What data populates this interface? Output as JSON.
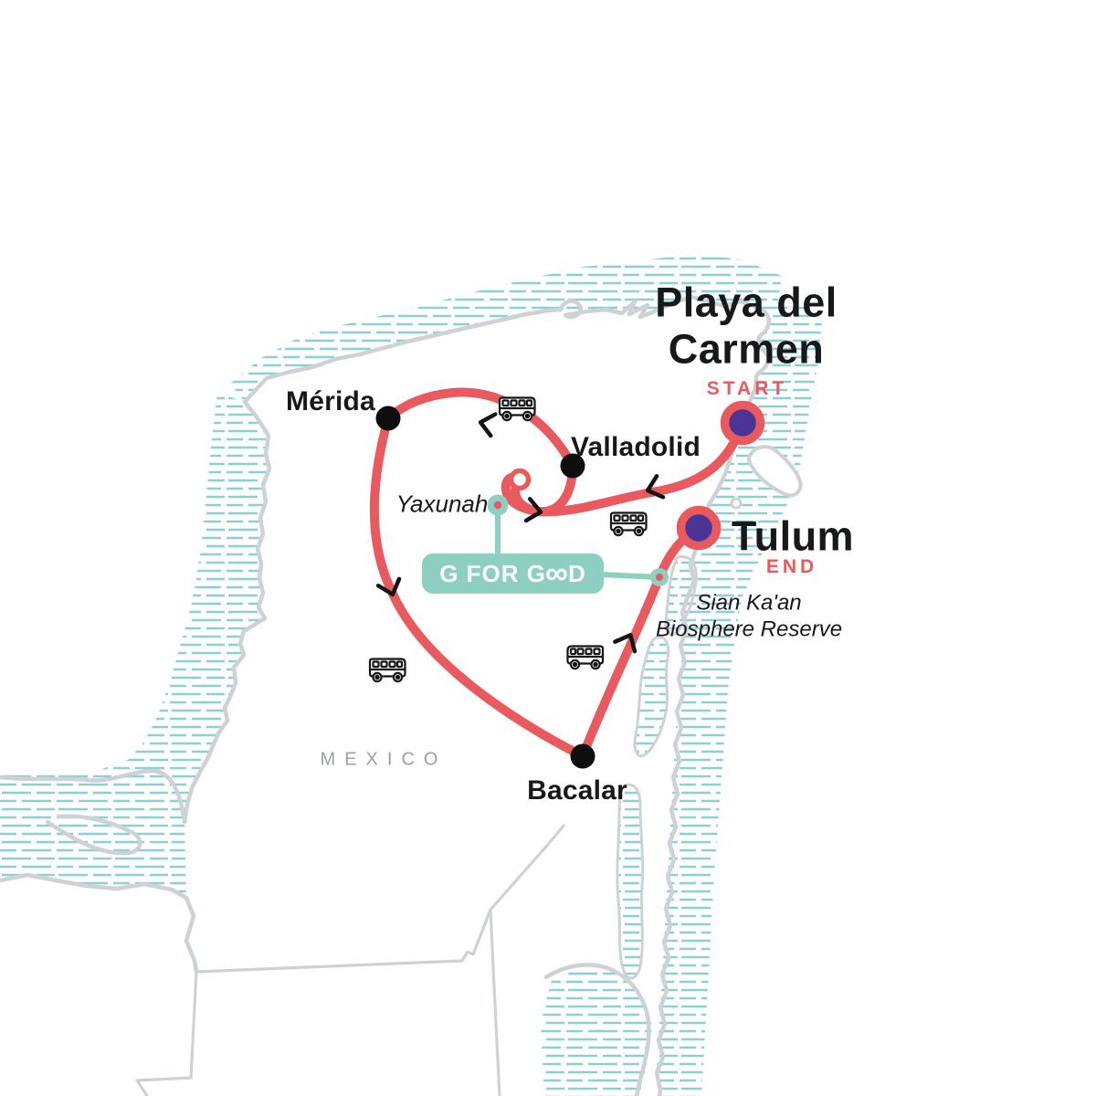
{
  "theme": {
    "colors": {
      "route": "#E85A5E",
      "purple": "#4A3596",
      "teal": "#8DCFC1",
      "coast": "#CFD2D4",
      "hatch": "#8CCFD7",
      "ink": "#16181B",
      "muted": "#9AA0A5"
    }
  },
  "map": {
    "country": "MEXICO",
    "start": {
      "city": "Playa del Carmen",
      "city_lines": [
        "Playa del",
        "Carmen"
      ],
      "tag": "START"
    },
    "end": {
      "city": "Tulum",
      "tag": "END"
    },
    "stops": {
      "merida": "Mérida",
      "valladolid": "Valladolid",
      "bacalar": "Bacalar",
      "yaxunah": "Yaxunah"
    },
    "poi": {
      "name": "Sian Ka'an Biosphere Reserve",
      "lines": [
        "Sian Ka'an",
        "Biosphere Reserve"
      ]
    },
    "badge": {
      "label": "G FOR GOOD",
      "parts": [
        "G FOR G",
        "∞",
        "D"
      ]
    },
    "transport": {
      "mode": "bus",
      "icon": "bus-icon",
      "icon_count": 4,
      "direction_arrow_count": 5
    }
  }
}
